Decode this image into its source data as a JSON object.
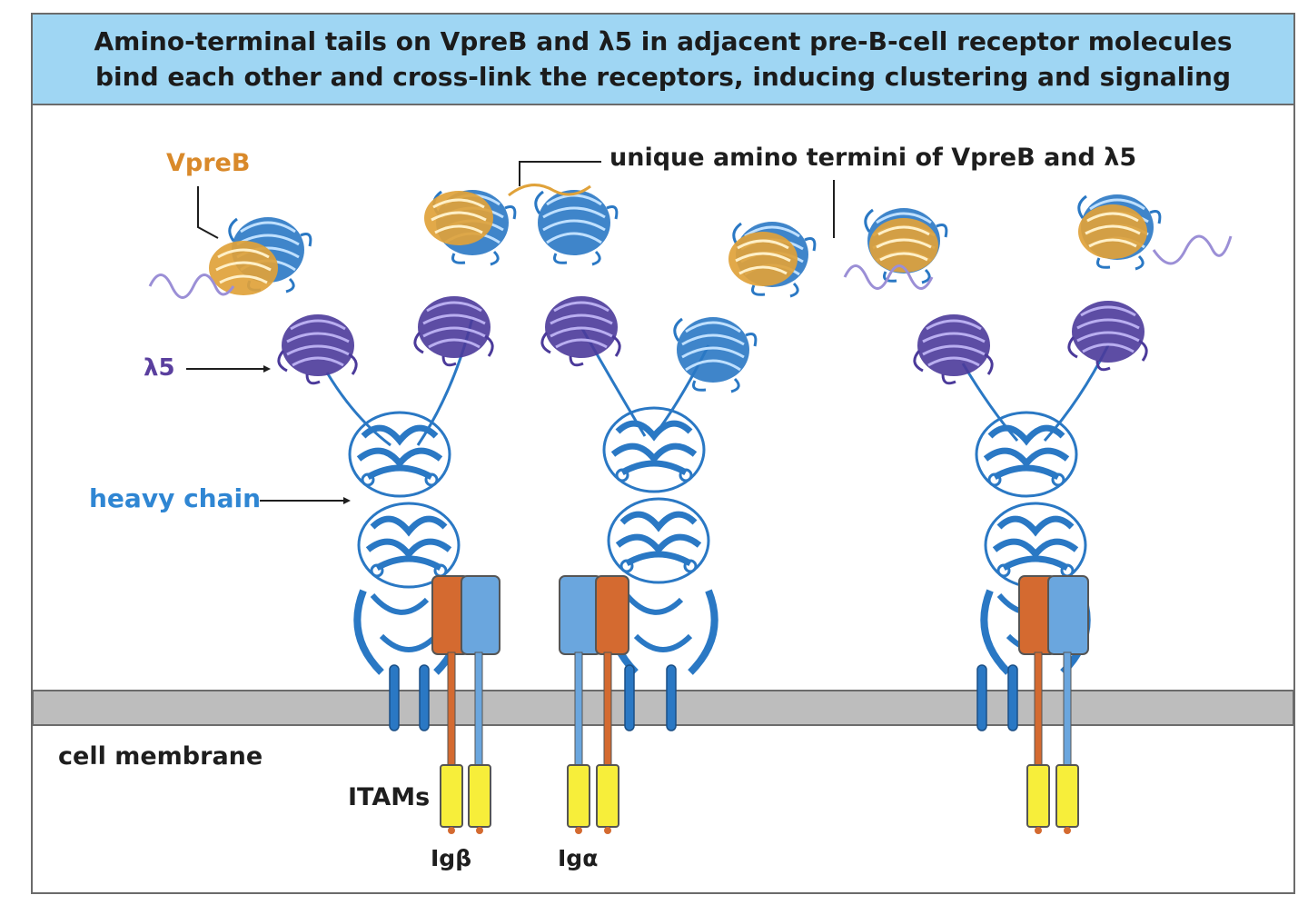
{
  "title": {
    "line1": "Amino-terminal tails on VpreB and λ5 in adjacent pre-B-cell receptor molecules",
    "line2": "bind each other and cross-link the receptors, inducing clustering and signaling"
  },
  "labels": {
    "vpreb": "VpreB",
    "lambda5": "λ5",
    "heavy_chain": "heavy chain",
    "unique_termini": "unique amino termini of VpreB and λ5",
    "cell_membrane": "cell membrane",
    "itams": "ITAMs",
    "ig_beta": "Igβ",
    "ig_alpha": "Igα"
  },
  "colors": {
    "vpreb": "#e0a23a",
    "lambda5": "#4b3a9a",
    "heavy_chain": "#2a78c4",
    "ig_beta": "#d46a30",
    "ig_alpha": "#6aa6de",
    "itam": "#f7ee3a",
    "membrane": "#bdbdbd",
    "banner": "#9fd6f3"
  }
}
